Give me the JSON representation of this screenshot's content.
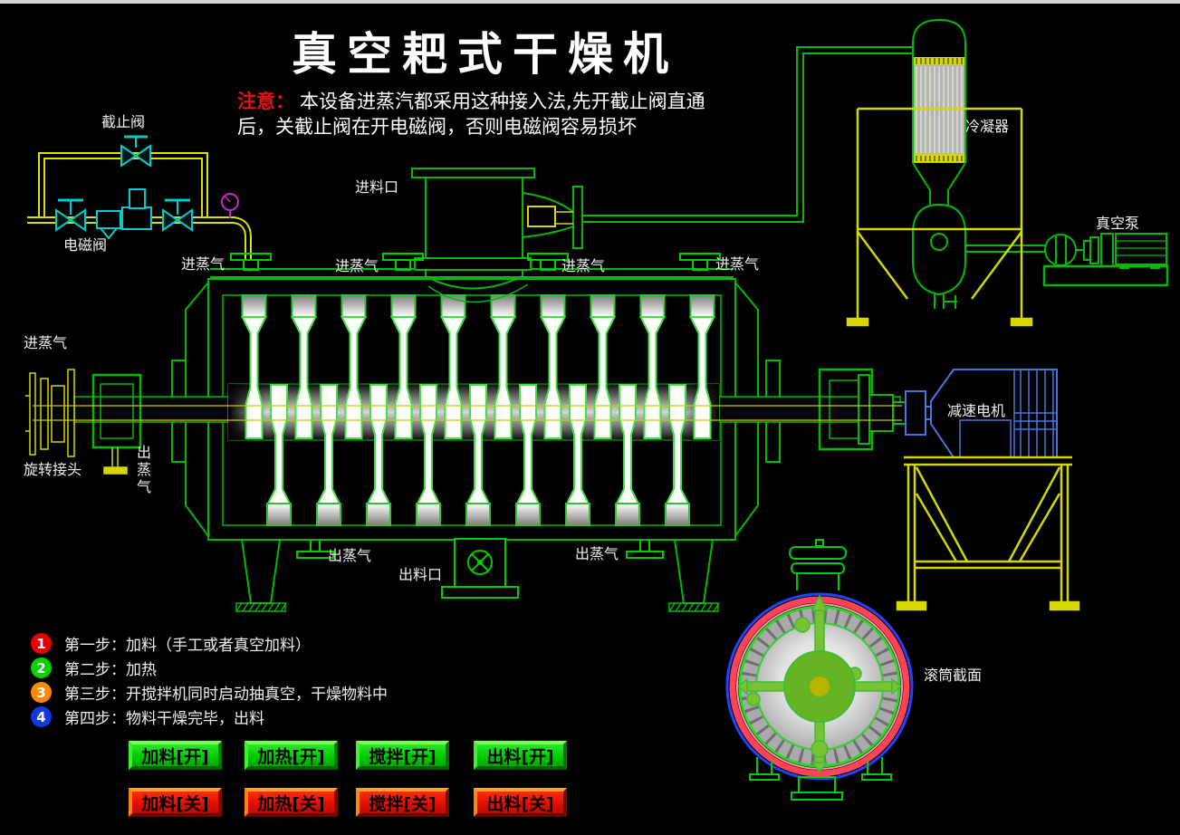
{
  "title": "真空耙式干燥机",
  "warning": {
    "prefix": "注意：",
    "text": "本设备进蒸汽都采用这种接入法,先开截止阀直通后，关截止阀在开电磁阀，否则电磁阀容易损坏"
  },
  "labels": {
    "stop_valve": "截止阀",
    "solenoid_valve": "电磁阀",
    "feed_port": "进料口",
    "steam_in": "进蒸气",
    "steam_out": "出蒸气",
    "steam_out_vertical": "出蒸气",
    "discharge_port": "出料口",
    "rotary_joint": "旋转接头",
    "condenser": "冷凝器",
    "vacuum_pump": "真空泵",
    "gear_motor": "减速电机",
    "drum_section": "滚筒截面"
  },
  "steps": [
    {
      "num": "1",
      "color": "#e60000",
      "text": "第一步：加料（手工或者真空加料）"
    },
    {
      "num": "2",
      "color": "#00d400",
      "text": "第二步：加热"
    },
    {
      "num": "3",
      "color": "#ff8800",
      "text": "第三步：开搅拌机同时启动抽真空，干燥物料中"
    },
    {
      "num": "4",
      "color": "#1238e0",
      "text": "第四步：物料干燥完毕，出料"
    }
  ],
  "buttons": {
    "on": [
      {
        "label": "加料[开]"
      },
      {
        "label": "加热[开]"
      },
      {
        "label": "搅拌[开]"
      },
      {
        "label": "出料[开]"
      }
    ],
    "off": [
      {
        "label": "加料[关]"
      },
      {
        "label": "加热[关]"
      },
      {
        "label": "搅拌[关]"
      },
      {
        "label": "出料[关]"
      }
    ]
  },
  "colors": {
    "background": "#000000",
    "line_green": "#00cc00",
    "blade_green": "#44dd44",
    "pipe_yellow": "#e0e000",
    "valve_cyan": "#00cccc",
    "gauge_magenta": "#cc22cc",
    "motor_blue": "#4677e0",
    "drum_ring_blue": "#2244ff",
    "drum_ring_red": "#ff4455",
    "button_on_green": "#00cc00",
    "button_off_red": "#e01000",
    "warning_red": "#e81010",
    "title_white": "#ffffff"
  }
}
